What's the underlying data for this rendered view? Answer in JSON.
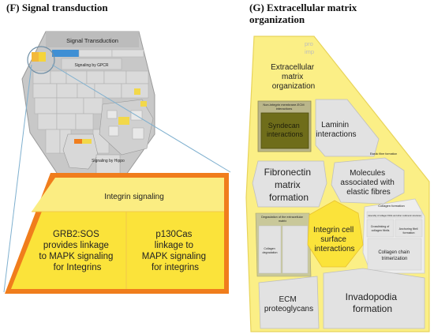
{
  "panel_f": {
    "title": "(F) Signal transduction",
    "overview": {
      "title": "Signal Transduction",
      "label_gpcr": "Signaling by GPCR",
      "label_hippo": "Signaling by Hippo"
    },
    "zoom": {
      "header": "Integrin signaling",
      "left": [
        "GRB2:SOS",
        "provides linkage",
        "to MAPK signaling",
        "for Integrins"
      ],
      "right": [
        "p130Cas",
        "linkage to",
        "MAPK signaling",
        "for integrins"
      ]
    }
  },
  "panel_g": {
    "title_lines": [
      "(G) Extracellular matrix",
      "organization"
    ],
    "corner_lines": [
      "pro",
      "imp"
    ],
    "cells": {
      "ecm_org": [
        "Extracellular",
        "matrix",
        "organization"
      ],
      "nonintegrin_small": [
        "Non-integrin membrane-ECM",
        "interactions"
      ],
      "syndecan": [
        "Syndecan",
        "interactions"
      ],
      "laminin": [
        "Laminin",
        "interactions"
      ],
      "elastic_fibre_small": "Elastic fibre formation",
      "fibronectin": [
        "Fibronectin",
        "matrix",
        "formation"
      ],
      "molecules": [
        "Molecules",
        "associated with",
        "elastic fibres"
      ],
      "collagen_formation": "Collagen formation",
      "degradation_small": [
        "Degradation of the extracellular",
        "matrix"
      ],
      "collagen_degradation": [
        "Collagen",
        "degradation"
      ],
      "integrin_surface": [
        "Integrin cell",
        "surface",
        "interactions"
      ],
      "assembly_small": [
        "Assembly of collagen fibrils and other multimeric structures"
      ],
      "crosslinking_small": [
        "Crosslinking of",
        "collagen fibrils"
      ],
      "anchoring_small": [
        "Anchoring fibril",
        "formation"
      ],
      "collagen_chain": [
        "Collagen chain",
        "trimerization"
      ],
      "ecm_proteoglycans": [
        "ECM",
        "proteoglycans"
      ],
      "invadopodia": [
        "Invadopodia",
        "formation"
      ]
    }
  },
  "colors": {
    "highlight_yellow": "#fbe33a",
    "pale_yellow": "#fbef86",
    "syndecan_olive": "#6f6d1a",
    "zoom_border_orange": "#f07d1c",
    "cell_grey": "#e2e2e2",
    "connector_blue": "#7fb0cf"
  }
}
